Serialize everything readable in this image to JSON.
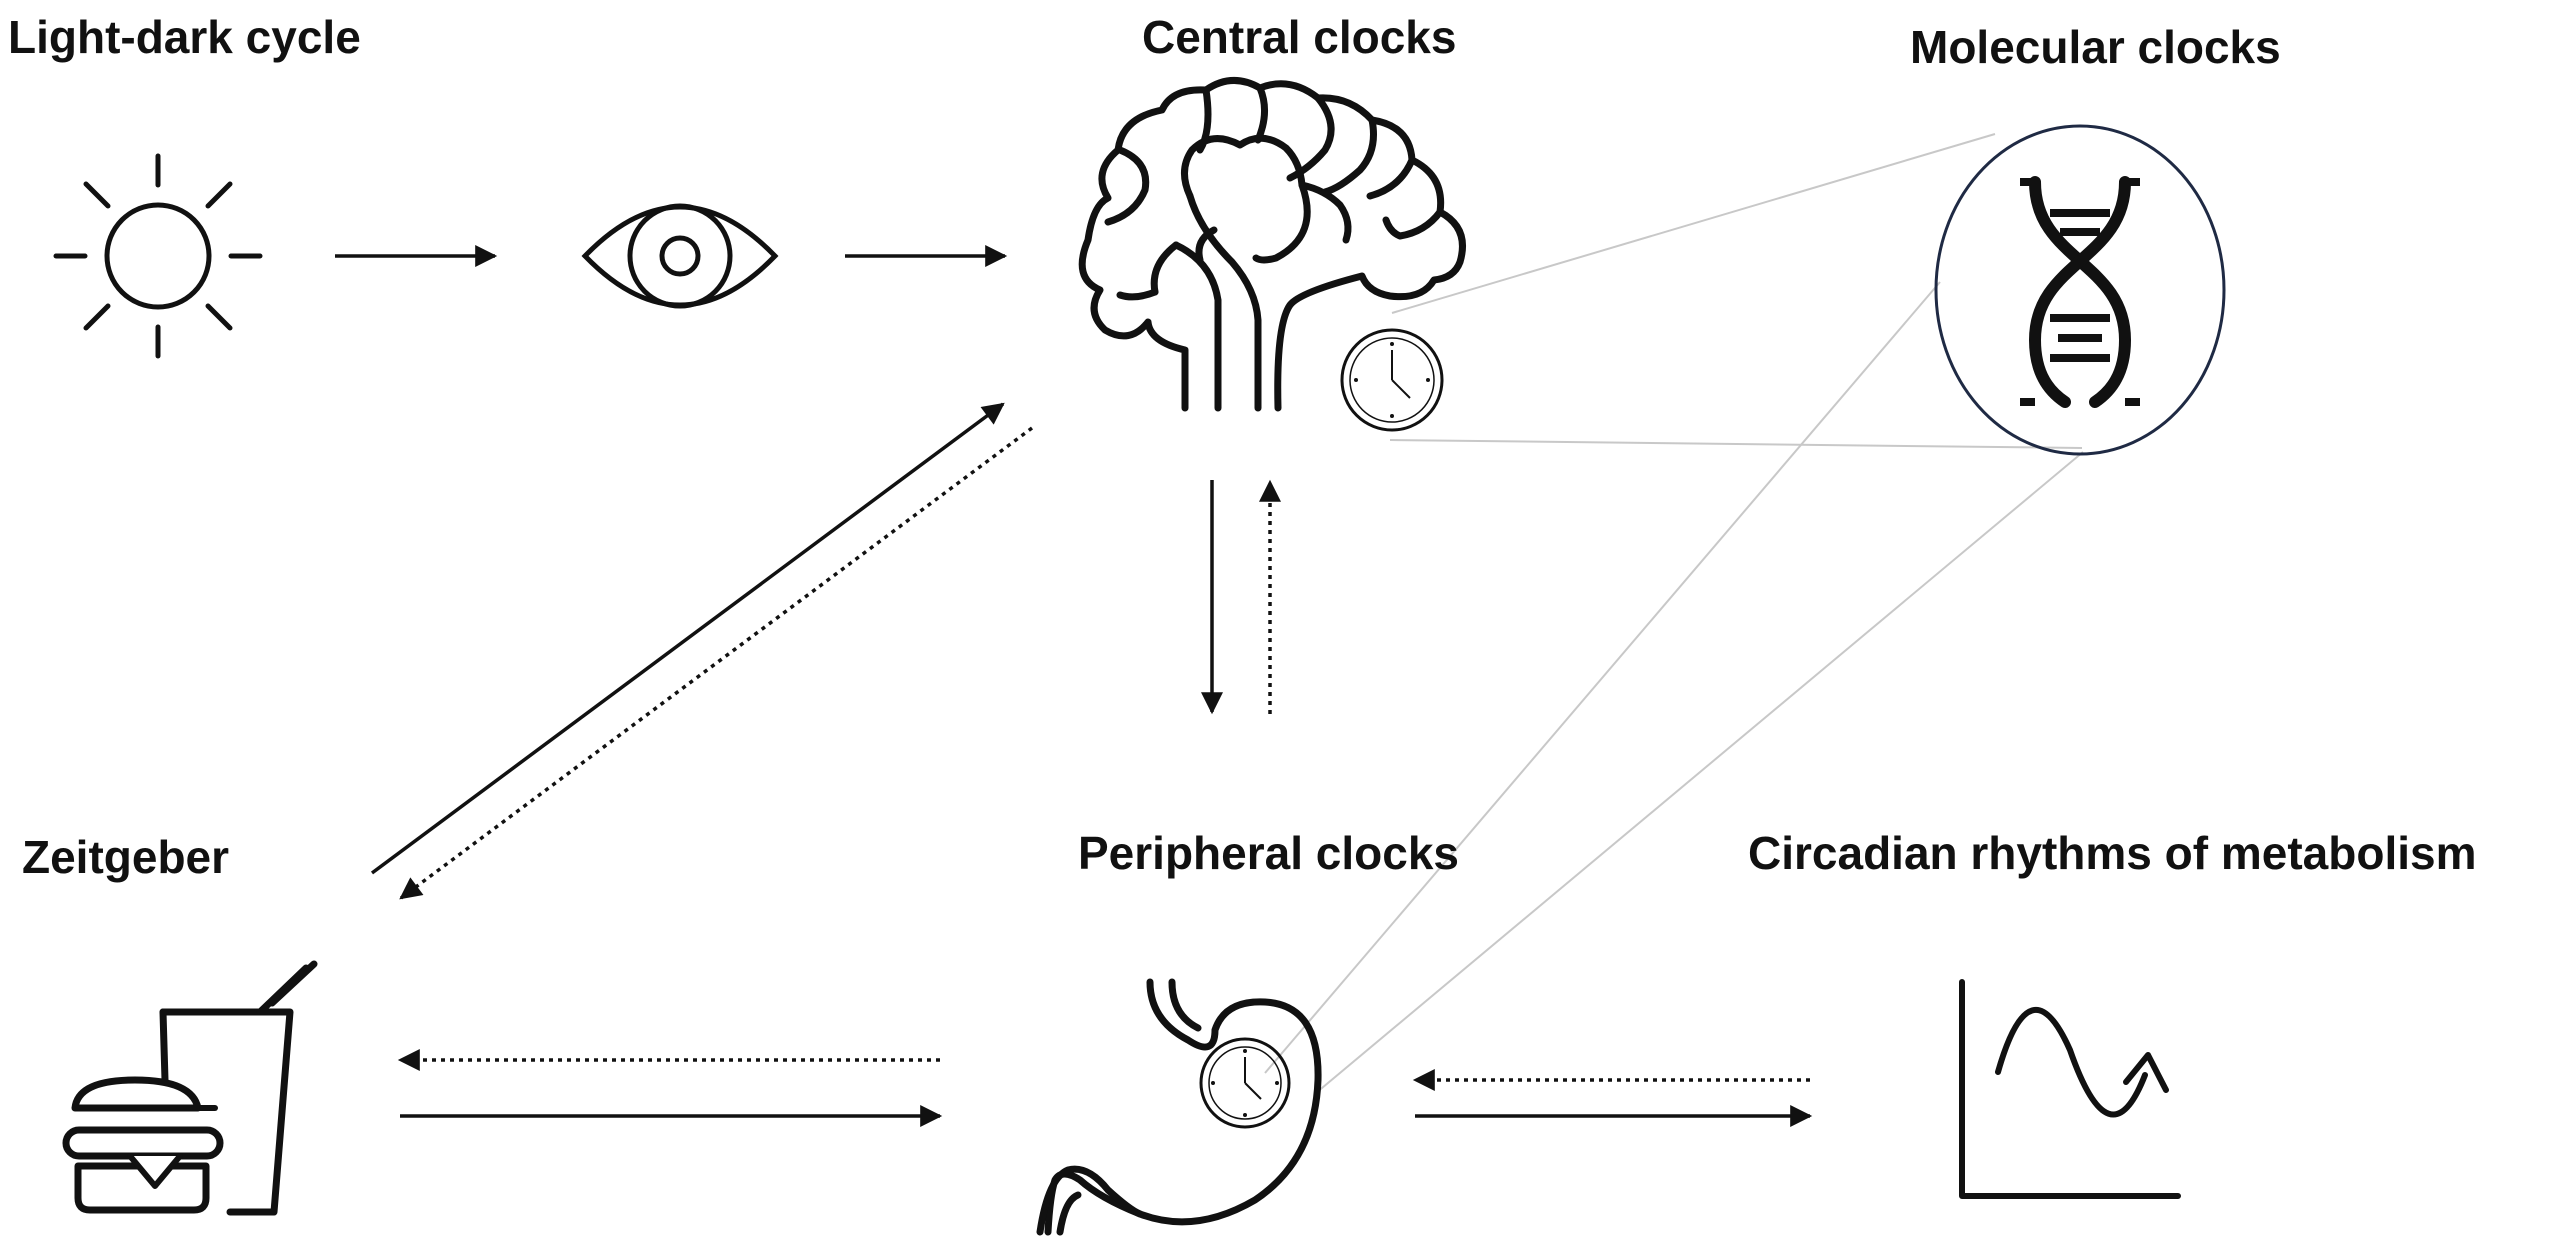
{
  "labels": {
    "light_dark_cycle": "Light-dark cycle",
    "central_clocks": "Central clocks",
    "molecular_clocks": "Molecular clocks",
    "zeitgeber": "Zeitgeber",
    "peripheral_clocks": "Peripheral clocks",
    "circadian_rhythms": "Circadian rhythms of metabolism"
  },
  "icons": [
    "sun-icon",
    "eye-icon",
    "brain-icon",
    "clock-icon",
    "dna-icon",
    "food-icon",
    "stomach-icon",
    "graph-icon"
  ],
  "colors": {
    "stroke": "#111111",
    "connector": "#c8c8c8",
    "circle": "#1f2a44"
  }
}
